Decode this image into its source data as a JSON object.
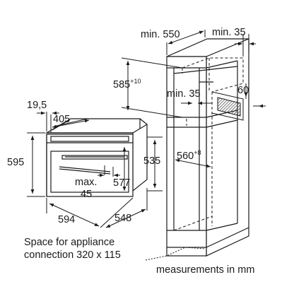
{
  "dimensions": {
    "cabinet_min_depth": "min. 550",
    "cabinet_min_thickness": "min. 35",
    "niche_height_base": "585",
    "niche_height_tolerance": "+10",
    "vent_min": "min. 35",
    "vent_depth": "60",
    "niche_width_base": "560",
    "niche_width_tolerance": "+8",
    "oven_panel_offset": "19,5",
    "oven_depth": "405",
    "oven_height": "595",
    "oven_body_height": "535",
    "oven_inner_height": "577",
    "handle_projection": "max. 45",
    "oven_width": "594",
    "oven_body_width": "548"
  },
  "notes": {
    "connection_line1": "Space for appliance",
    "connection_line2": "connection 320 x 115",
    "units": "measurements in mm"
  },
  "colors": {
    "line": "#1a1a1a",
    "vent_hatch": "#7a7a7a"
  }
}
